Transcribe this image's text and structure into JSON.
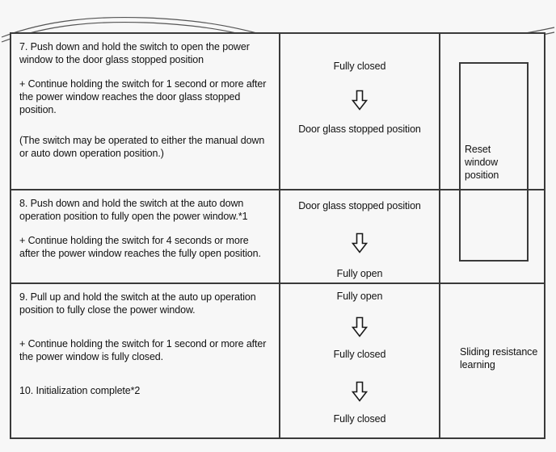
{
  "document": {
    "type": "procedure-table",
    "torn_top_edge": true,
    "background_color": "#f7f7f7",
    "line_color": "#3a3a3a",
    "text_color": "#111111"
  },
  "table": {
    "columns": [
      "procedure-step",
      "power-window-state-flow",
      "system-action"
    ],
    "rows": [
      {
        "id": "row-step-7",
        "step": {
          "number": "7.",
          "main": "7. Push down and hold the switch to open the power window to the door glass stopped position",
          "note1": "+ Continue holding the switch for 1 second or more after the power window reaches the door glass stopped position.",
          "note2": "(The  switch may be operated to either the manual down or auto down operation position.)"
        },
        "states": {
          "from": "Fully closed",
          "arrow": "down-arrow-outline-icon",
          "to": "Door glass stopped position"
        }
      },
      {
        "id": "row-step-8",
        "step": {
          "number": "8.",
          "main": "8. Push down and hold the switch at the auto down operation position to fully open the power window.*1",
          "note1": "+ Continue holding the switch for 4 seconds or more after the power window reaches the fully open position."
        },
        "states": {
          "from": "Door glass stopped position",
          "arrow": "down-arrow-outline-icon",
          "to": "Fully open"
        }
      },
      {
        "id": "row-step-9",
        "step": {
          "number": "9.",
          "main": "9. Pull up and hold the switch at the auto up operation position to fully close the power window.",
          "note1": "+ Continue holding the switch for 1 second or more after the power window is fully closed.",
          "note2": "10. Initialization complete*2"
        },
        "states": {
          "from": "Fully open",
          "arrow": "down-arrow-outline-icon",
          "mid": "Fully closed",
          "arrow2": "down-arrow-outline-icon",
          "to": "Fully closed"
        }
      }
    ],
    "actions": {
      "top_boxed": "Reset window position",
      "bottom_plain": "Sliding resistance learning"
    }
  }
}
